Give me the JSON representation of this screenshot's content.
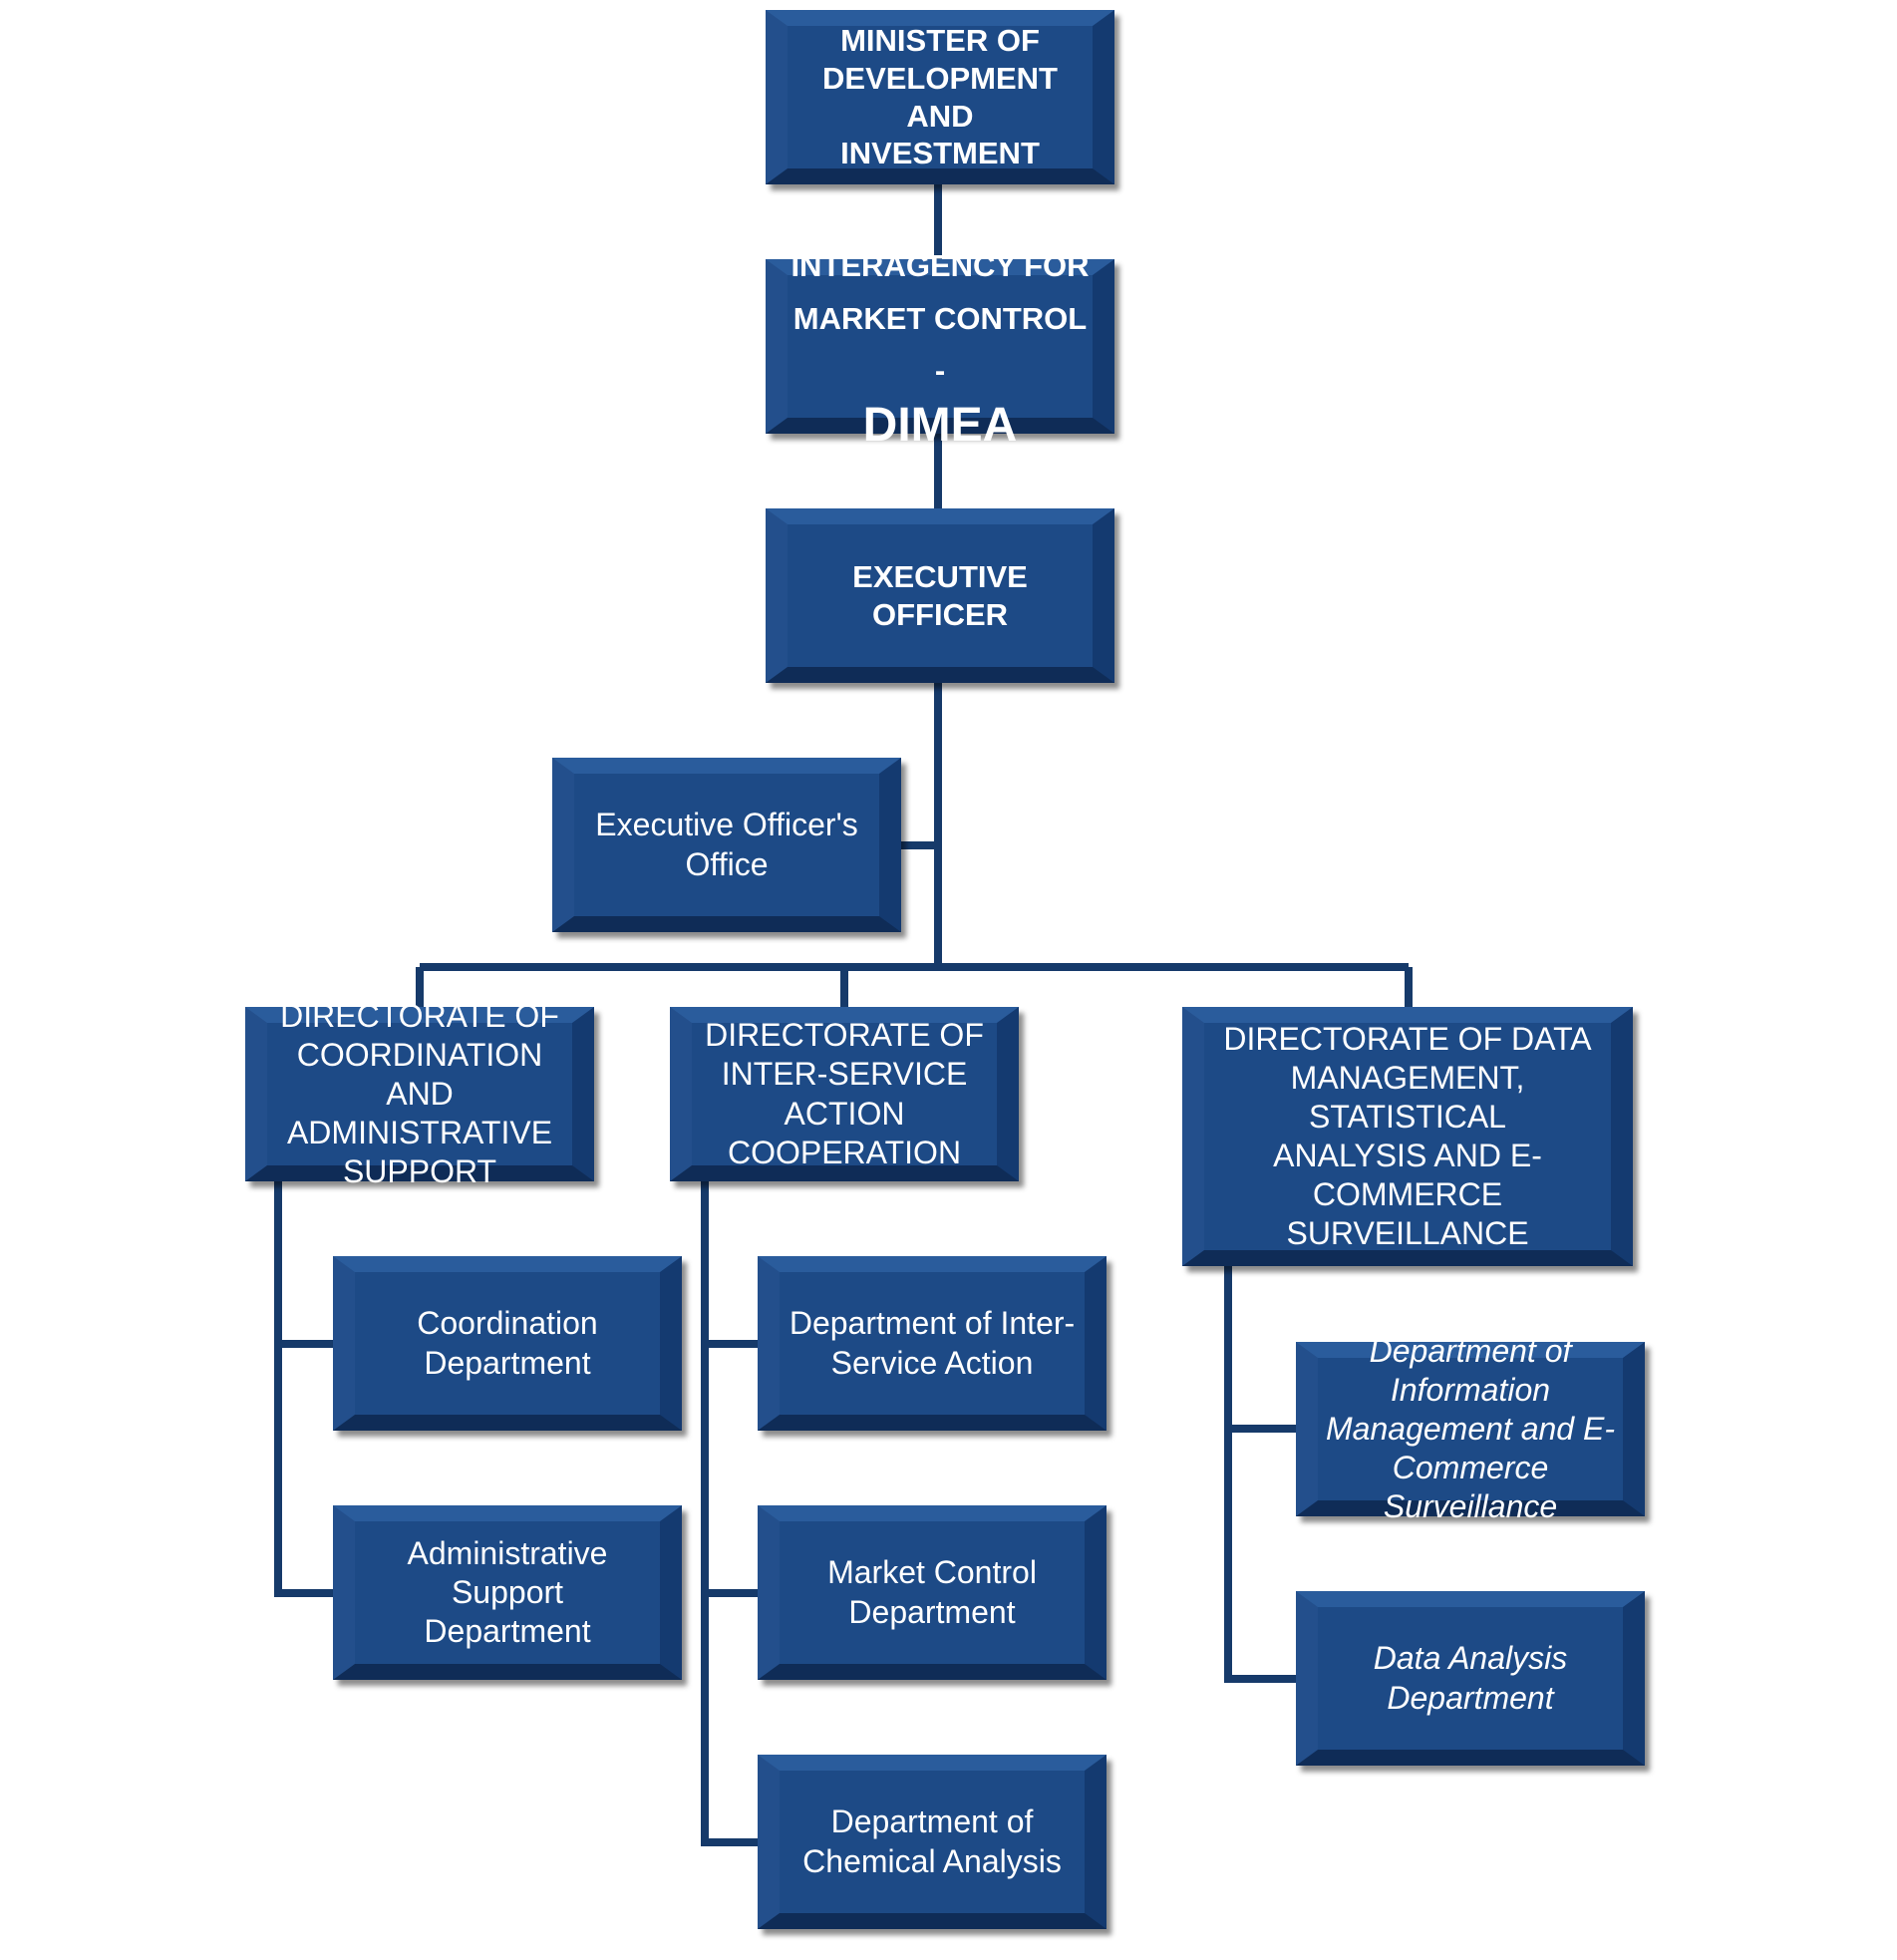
{
  "nodes": {
    "minister": "MINISTER OF\nDEVELOPMENT AND\nINVESTMENT",
    "interagency_line1": "INTERAGENCY FOR\nMARKET CONTROL -",
    "interagency_line2": "DIMEA",
    "executive_officer": "EXECUTIVE OFFICER",
    "executive_office": "Executive  Officer's\nOffice",
    "dir_coordination": "DIRECTORATE OF\nCOORDINATION AND\nADMINISTRATIVE\nSUPPORT",
    "dir_interservice": "DIRECTORATE OF\nINTER-SERVICE\nACTION COOPERATION",
    "dir_data": "DIRECTORATE OF DATA\nMANAGEMENT, STATISTICAL\nANALYSIS AND E-COMMERCE\nSURVEILLANCE",
    "coordination_dept": "Coordination\nDepartment",
    "admin_support_dept": "Administrative Support\nDepartment",
    "interservice_dept": "Department of Inter-\nService Action",
    "market_control_dept": "Market Control\nDepartment",
    "chemical_analysis_dept": "Department of\nChemical Analysis",
    "info_mgmt_dept": "Department of\nInformation\nManagement and E-\nCommerce Surveillance",
    "data_analysis_dept": "Data Analysis\nDepartment"
  },
  "colors": {
    "box_fill": "#1d4a86",
    "connector": "#163a6a",
    "text": "#ffffff"
  }
}
